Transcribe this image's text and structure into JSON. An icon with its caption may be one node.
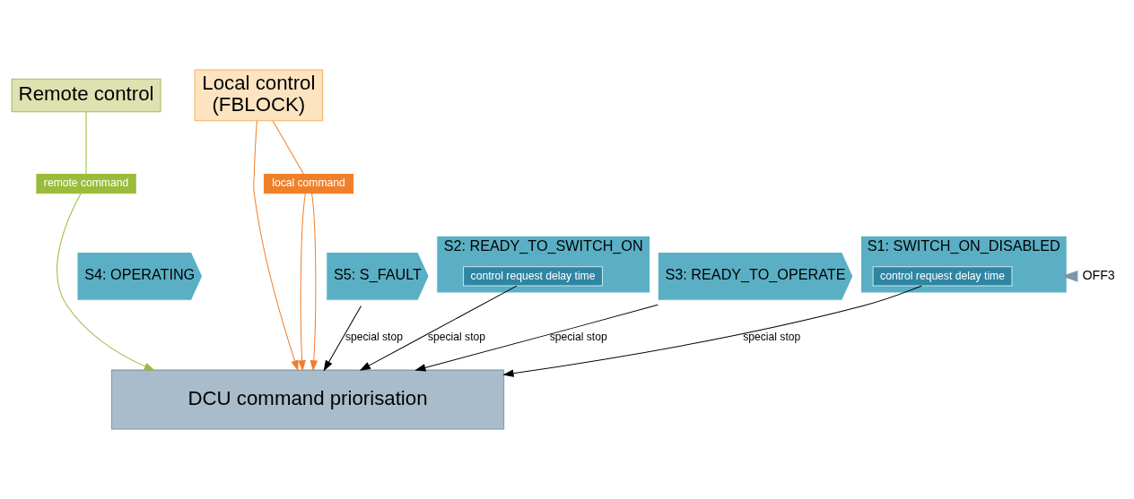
{
  "diagram": {
    "nodes": [
      {
        "text": [
          "Remote control"
        ]
      },
      {
        "text": [
          "Local control",
          "(FBLOCK)"
        ]
      },
      {
        "text": [
          "remote command"
        ]
      },
      {
        "text": [
          "local command"
        ]
      },
      {
        "text": [
          "S5: S_FAULT"
        ]
      },
      {
        "text": [
          "S4: OPERATING"
        ]
      },
      {
        "text": [
          "S3: READY_TO_OPERATE"
        ]
      },
      {
        "text": [
          "S2: READY_TO_SWITCH_ON"
        ]
      },
      {
        "text": [
          "control request delay time"
        ],
        "in": 7
      },
      {
        "text": [
          "S1: SWITCH_ON_DISABLED"
        ]
      },
      {
        "text": [
          "control request delay time"
        ],
        "in": 9
      },
      {
        "text": [
          "DCU command priorisation"
        ]
      },
      {
        "text": [
          "OFF3"
        ]
      }
    ],
    "edges": [
      {
        "from": 0,
        "to": 2,
        "arrow": "none",
        "color": "#9bbb3b"
      },
      {
        "from": 2,
        "to": 11,
        "arrow": "to",
        "color": "#9bbb3b"
      },
      {
        "from": 1,
        "to": 3,
        "arrow": "none",
        "color": "#f07f2a"
      },
      {
        "from": 3,
        "to": 11,
        "arrow": "to",
        "color": "#f07f2a"
      },
      {
        "from": 3,
        "to": 11,
        "arrow": "to",
        "color": "#f07f2a"
      },
      {
        "from": 1,
        "to": 11,
        "arrow": "to",
        "color": "#f07f2a"
      },
      {
        "from": 4,
        "to": 11,
        "arrow": "to",
        "label": "special stop",
        "color": "#000000"
      },
      {
        "from": 6,
        "to": 11,
        "arrow": "to",
        "label": "special stop",
        "color": "#000000"
      },
      {
        "from": 8,
        "to": 11,
        "arrow": "to",
        "label": "special stop",
        "color": "#000000"
      },
      {
        "from": 10,
        "to": 11,
        "arrow": "to",
        "label": "special stop",
        "color": "#000000"
      },
      {
        "from": 12,
        "to": 9,
        "arrow": "to",
        "style": "thick",
        "color": "#7f96a8"
      }
    ]
  }
}
